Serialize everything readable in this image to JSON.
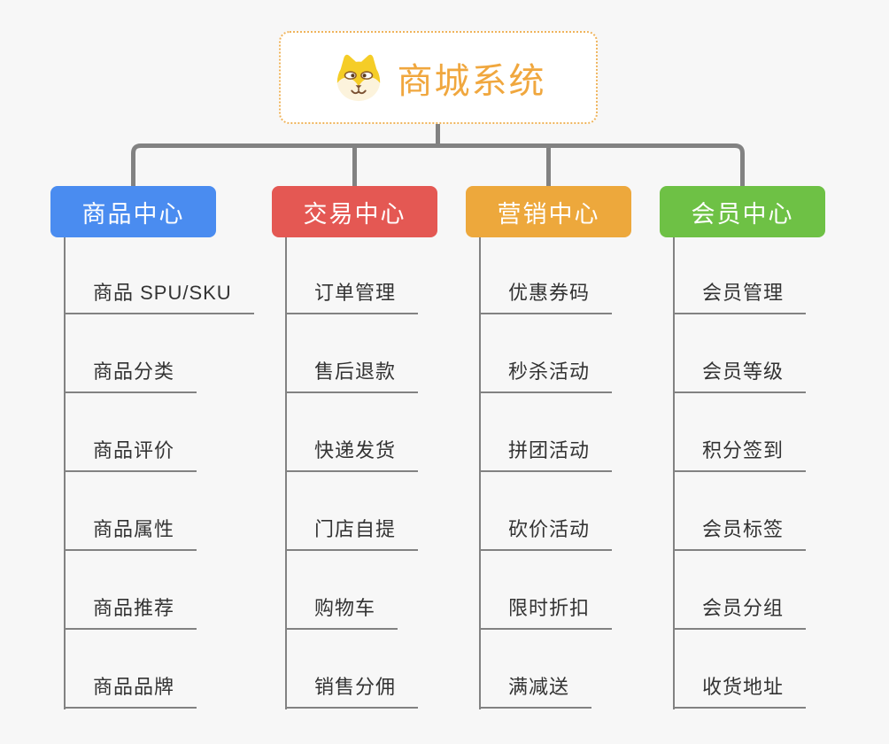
{
  "canvas": {
    "background": "#f7f7f7"
  },
  "root": {
    "title": "商城系统",
    "title_color": "#f0a73e",
    "border_color": "#efb45c",
    "icon": "shiba-dog-icon"
  },
  "branches": [
    {
      "label": "商品中心",
      "color": "#4a8cf0",
      "items": [
        "商品 SPU/SKU",
        "商品分类",
        "商品评价",
        "商品属性",
        "商品推荐",
        "商品品牌"
      ]
    },
    {
      "label": "交易中心",
      "color": "#e45853",
      "items": [
        "订单管理",
        "售后退款",
        "快递发货",
        "门店自提",
        "购物车",
        "销售分佣"
      ]
    },
    {
      "label": "营销中心",
      "color": "#eda83c",
      "items": [
        "优惠券码",
        "秒杀活动",
        "拼团活动",
        "砍价活动",
        "限时折扣",
        "满减送"
      ]
    },
    {
      "label": "会员中心",
      "color": "#6ec145",
      "items": [
        "会员管理",
        "会员等级",
        "积分签到",
        "会员标签",
        "会员分组",
        "收货地址"
      ]
    }
  ],
  "connectors": {
    "color": "#828282"
  }
}
